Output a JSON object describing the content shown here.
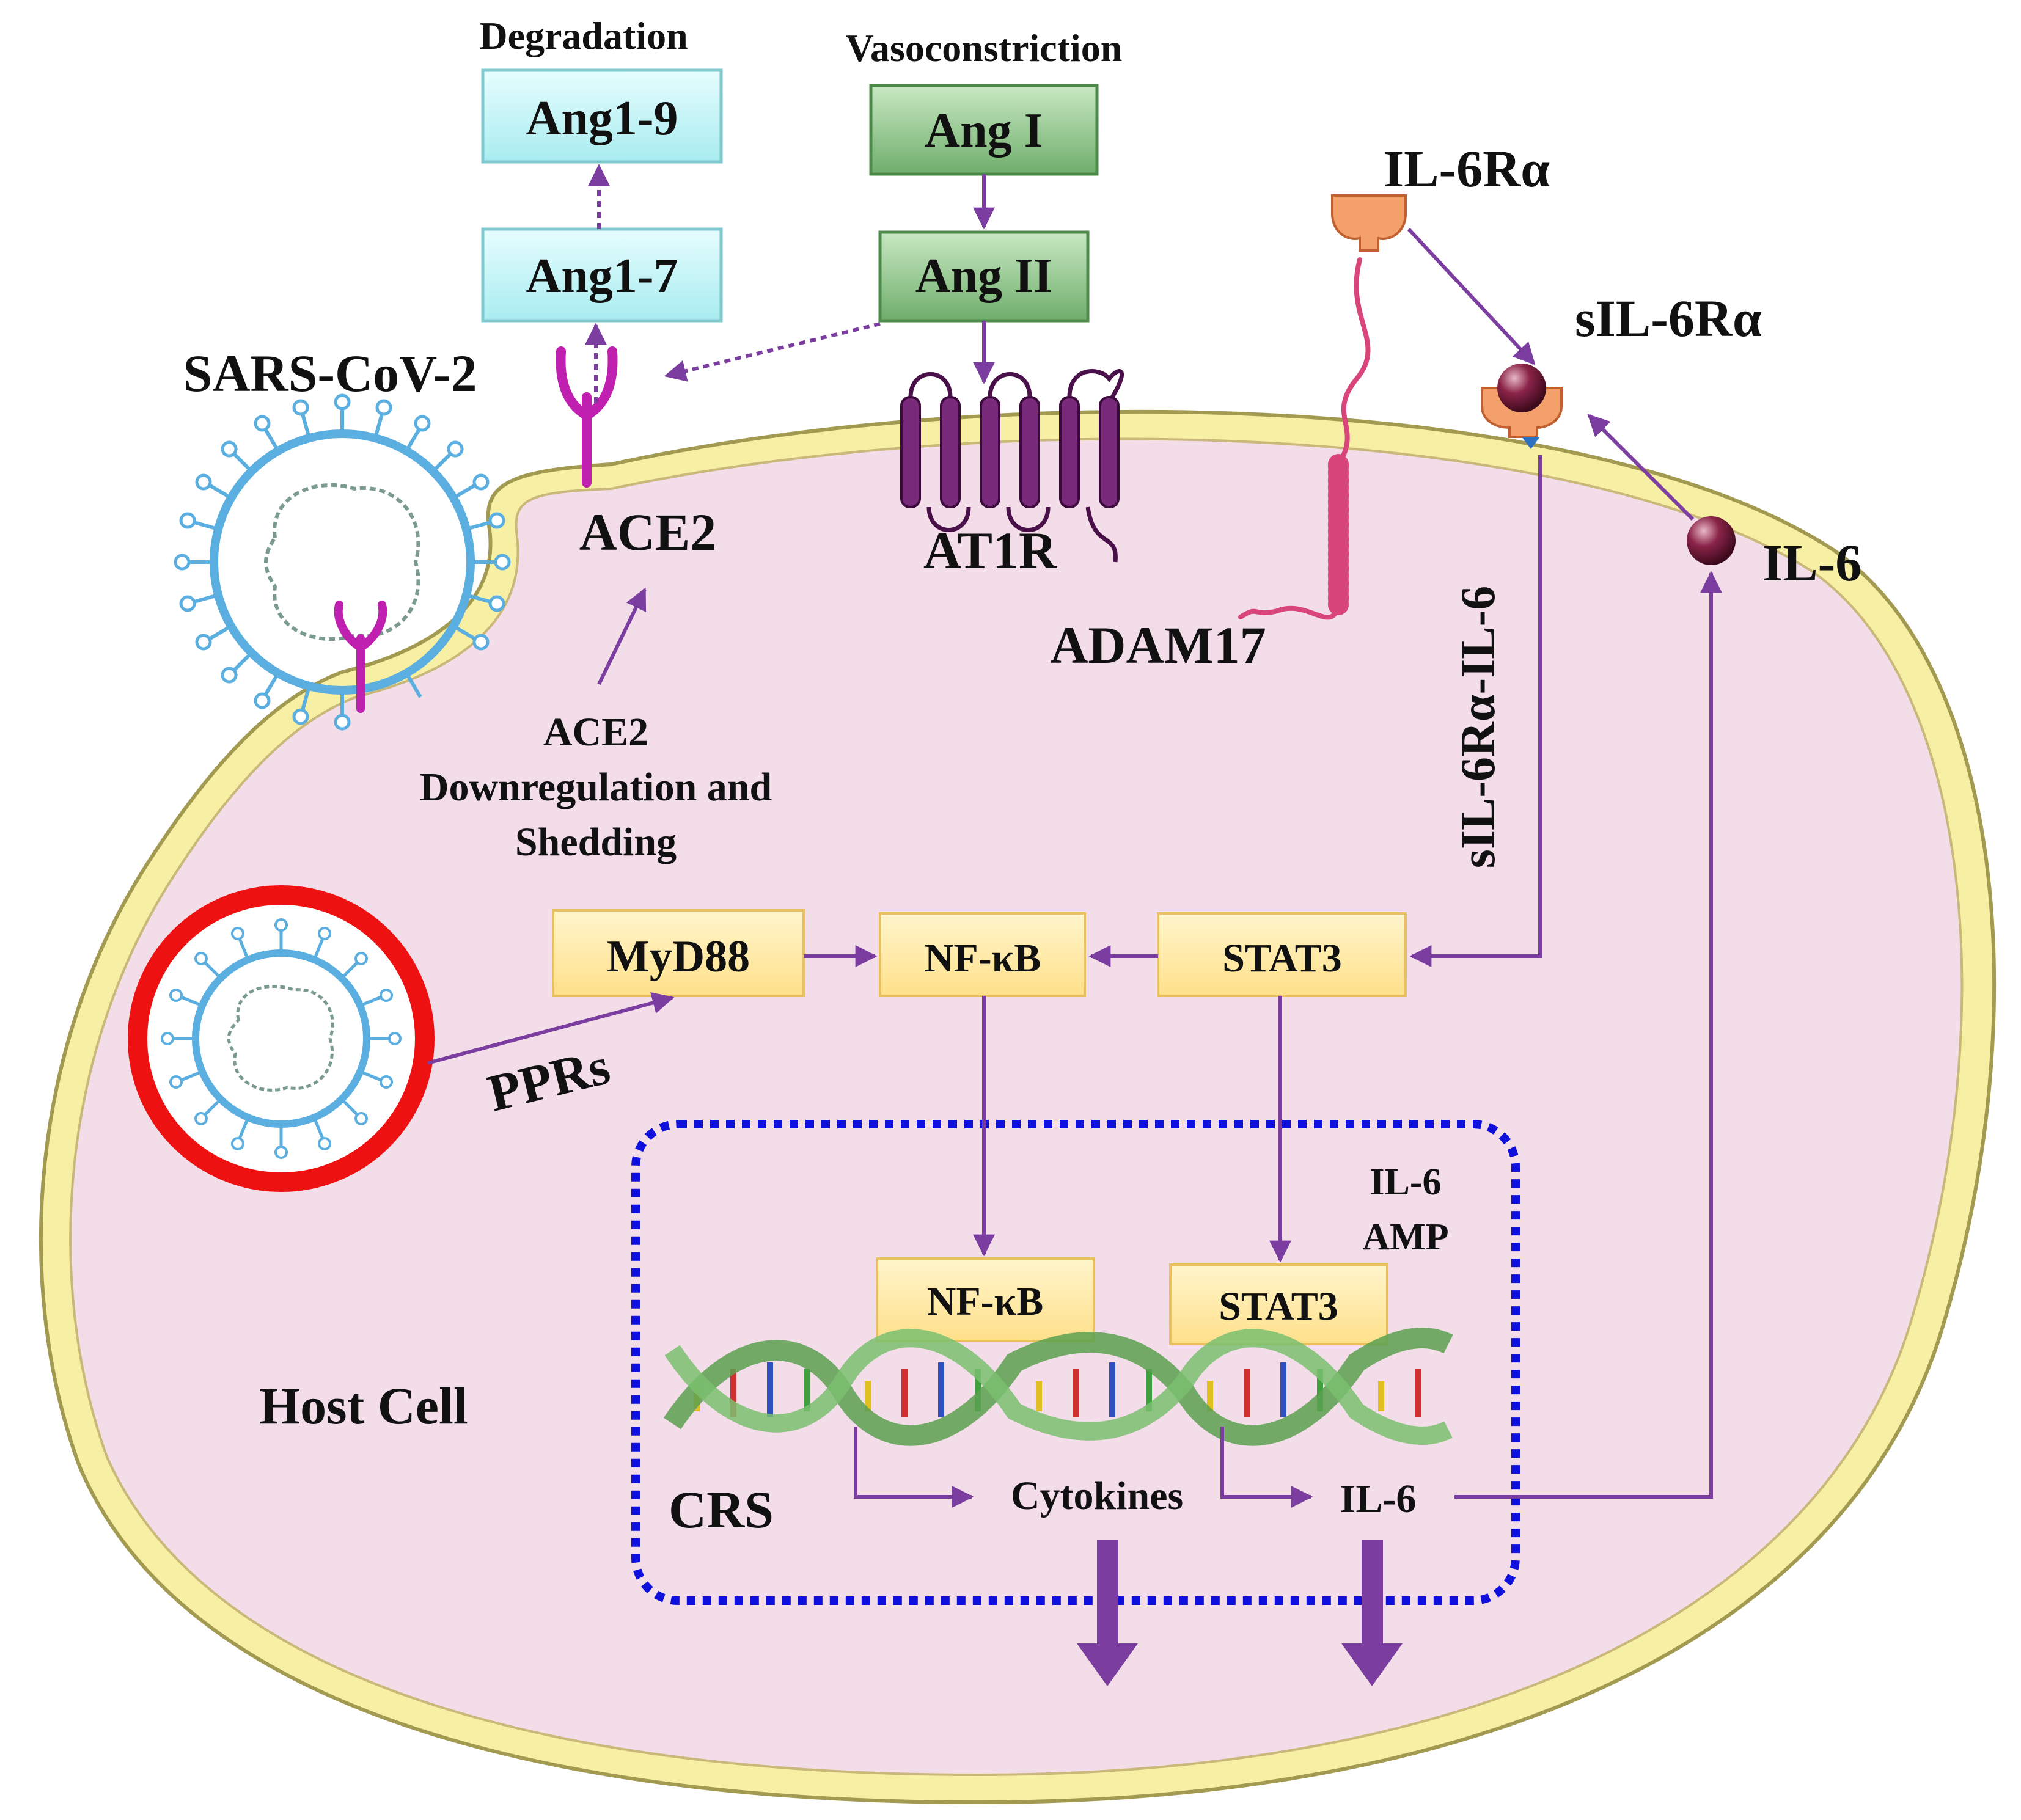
{
  "colors": {
    "cell_fill": "#f3dde8",
    "membrane": "#f7efa3",
    "membrane_edge": "#a39a52",
    "arrow": "#7b3ea0",
    "ang_teal": "#c6f5f7",
    "ang_green": "#9fcf9a",
    "box_yellow": "#ffe8a4",
    "crs_border": "#1010dd",
    "virus_blue": "#5aaee0",
    "capsule_red": "#ee1111",
    "receptor_magenta": "#c020b0",
    "at1r_purple": "#6a1a6a",
    "adam_pink": "#d8457a",
    "il6_sphere": "#7a1a3a",
    "il6r_orange": "#f4a06a"
  },
  "labels": {
    "degradation": "Degradation",
    "vasoconstriction": "Vasoconstriction",
    "ang19": "Ang1-9",
    "ang17": "Ang1-7",
    "ang1": "Ang I",
    "ang2": "Ang II",
    "sars": "SARS-CoV-2",
    "ace2": "ACE2",
    "at1r": "AT1R",
    "adam17": "ADAM17",
    "il6ra": "IL-6Rα",
    "sil6ra": "sIL-6Rα",
    "il6_out": "IL-6",
    "complex": "sIL-6Rα-IL-6",
    "ace2_shed_1": "ACE2",
    "ace2_shed_2": "Downregulation and",
    "ace2_shed_3": "Shedding",
    "myd88": "MyD88",
    "nfkb_top": "NF-κB",
    "stat3_top": "STAT3",
    "pprs": "PPRs",
    "il6amp_1": "IL-6",
    "il6amp_2": "AMP",
    "nfkb_dna": "NF-κB",
    "stat3_dna": "STAT3",
    "host_cell": "Host Cell",
    "crs": "CRS",
    "cytokines": "Cytokines",
    "il6_in": "IL-6"
  }
}
